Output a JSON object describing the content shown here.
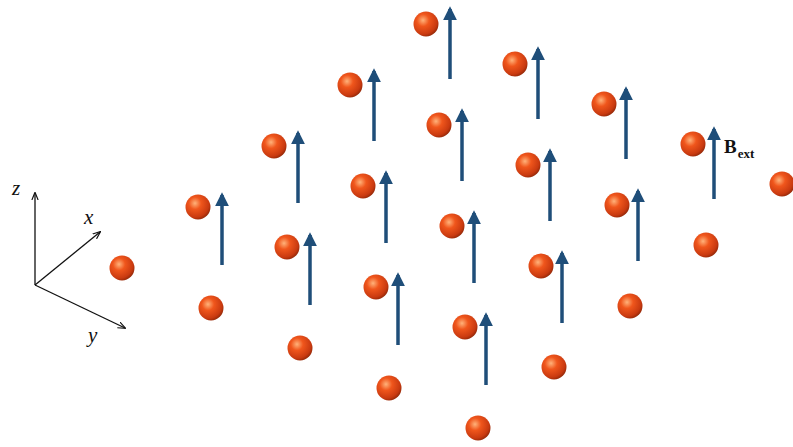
{
  "diagram": {
    "labels": [
      "z",
      "x",
      "y",
      "B",
      "ext"
    ]
  }
}
